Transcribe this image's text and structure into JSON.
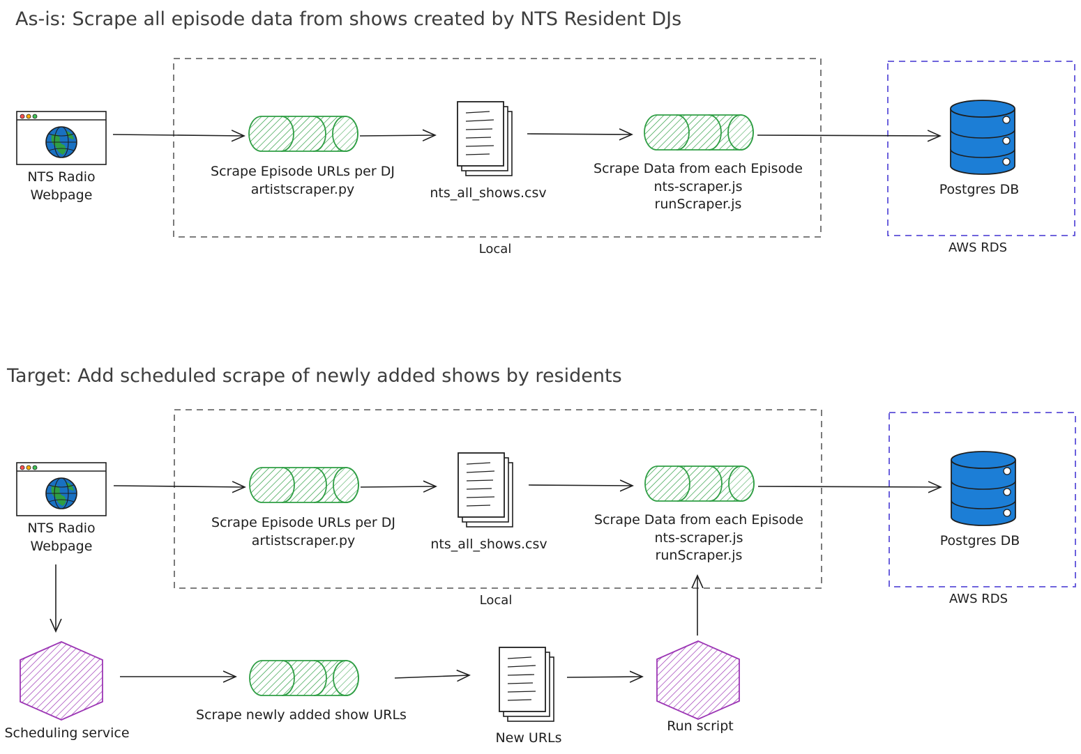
{
  "asis": {
    "title": "As-is: Scrape all episode data from shows created by NTS Resident DJs",
    "webpage_label": [
      "NTS Radio",
      "Webpage"
    ],
    "scrape_urls_label": [
      "Scrape Episode URLs per DJ",
      "artistscraper.py"
    ],
    "csv_label": "nts_all_shows.csv",
    "scrape_data_label": [
      "Scrape Data from each Episode",
      "nts-scraper.js",
      "runScraper.js"
    ],
    "db_label": "Postgres DB",
    "local_label": "Local",
    "rds_label": "AWS RDS"
  },
  "target": {
    "title": "Target: Add scheduled scrape of newly added shows by residents",
    "webpage_label": [
      "NTS Radio",
      "Webpage"
    ],
    "scrape_urls_label": [
      "Scrape Episode URLs per DJ",
      "artistscraper.py"
    ],
    "csv_label": "nts_all_shows.csv",
    "scrape_data_label": [
      "Scrape Data from each Episode",
      "nts-scraper.js",
      "runScraper.js"
    ],
    "db_label": "Postgres DB",
    "local_label": "Local",
    "rds_label": "AWS RDS",
    "scheduler_label": "Scheduling service",
    "scrape_new_label": "Scrape newly added show URLs",
    "new_urls_label": "New URLs",
    "run_script_label": "Run script"
  },
  "colors": {
    "stroke": "#1e1e1e",
    "group_dash": "#6b6b6b",
    "aws_dash": "#5b4fd8",
    "queue_fill": "#b2f2bb",
    "queue_stroke": "#2f9e44",
    "hex_fill": "#e6a3f0",
    "hex_stroke": "#9c36b5",
    "db_fill": "#1c7ed6",
    "db_stroke": "#1e1e1e",
    "globe_water": "#1971c2",
    "globe_land": "#2f9e44"
  },
  "icons": [
    "browser-window-icon",
    "globe-icon",
    "queue-cylinder-icon",
    "document-stack-icon",
    "database-icon",
    "hexagon-service-icon"
  ]
}
